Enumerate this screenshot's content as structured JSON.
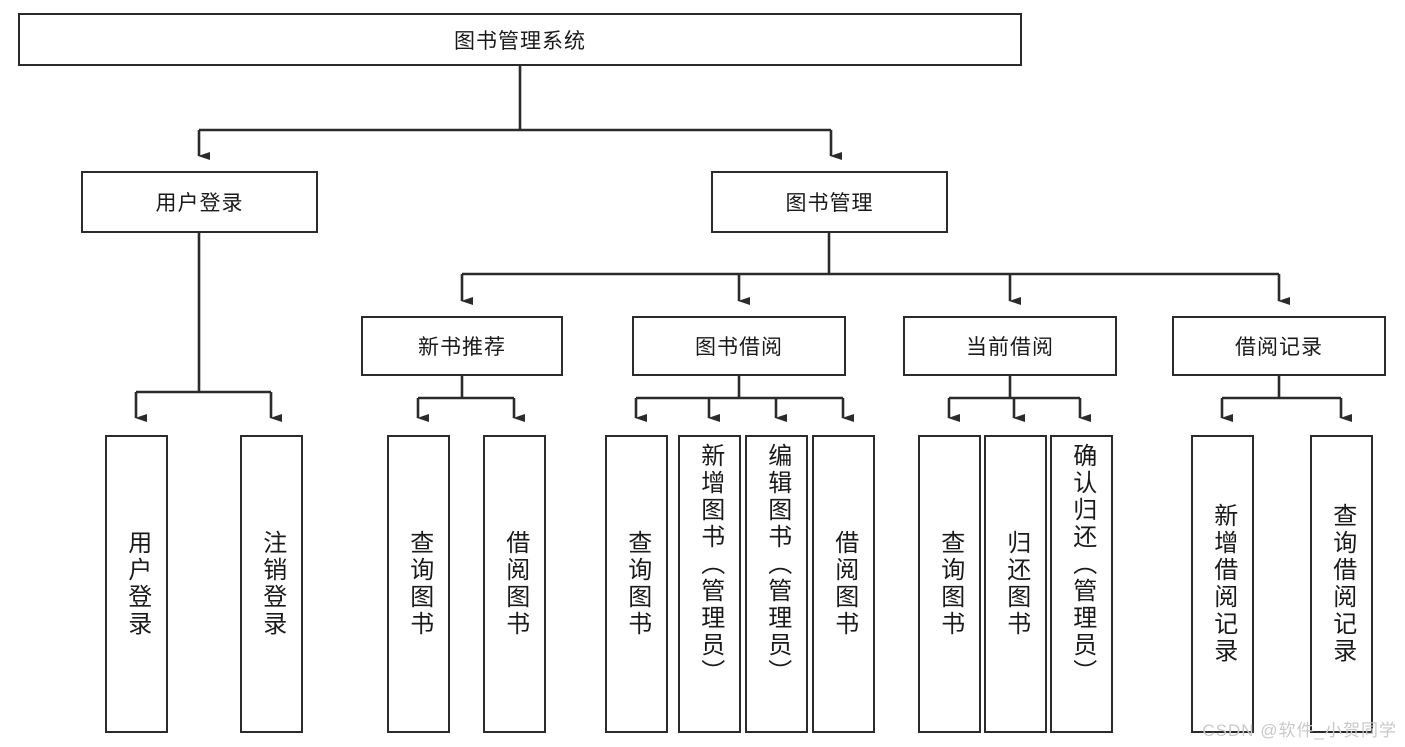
{
  "diagram": {
    "type": "tree-hierarchy",
    "title": "图书管理系统",
    "orientation": "top-down",
    "colors": {
      "box_border": "#2b2b2b",
      "box_fill": "#ffffff",
      "connector": "#2b2b2b",
      "text": "#1a1a1a",
      "watermark": "#c9c9c9"
    },
    "root": {
      "label": "图书管理系统"
    },
    "level2": [
      {
        "label": "用户登录"
      },
      {
        "label": "图书管理"
      }
    ],
    "level3": [
      {
        "label": "新书推荐"
      },
      {
        "label": "图书借阅"
      },
      {
        "label": "当前借阅"
      },
      {
        "label": "借阅记录"
      }
    ],
    "leaves": {
      "user_login": [
        {
          "label": "用户登录"
        },
        {
          "label": "注销登录"
        }
      ],
      "new_book_recommend": [
        {
          "label": "查询图书"
        },
        {
          "label": "借阅图书"
        }
      ],
      "book_borrow": [
        {
          "label": "查询图书"
        },
        {
          "label": "新增图书（管理员）"
        },
        {
          "label": "编辑图书（管理员）"
        },
        {
          "label": "借阅图书"
        }
      ],
      "current_borrow": [
        {
          "label": "查询图书"
        },
        {
          "label": "归还图书"
        },
        {
          "label": "确认归还（管理员）"
        }
      ],
      "borrow_records": [
        {
          "label": "新增借阅记录"
        },
        {
          "label": "查询借阅记录"
        }
      ]
    }
  },
  "watermark": {
    "text": "CSDN @软件_小贺同学"
  }
}
